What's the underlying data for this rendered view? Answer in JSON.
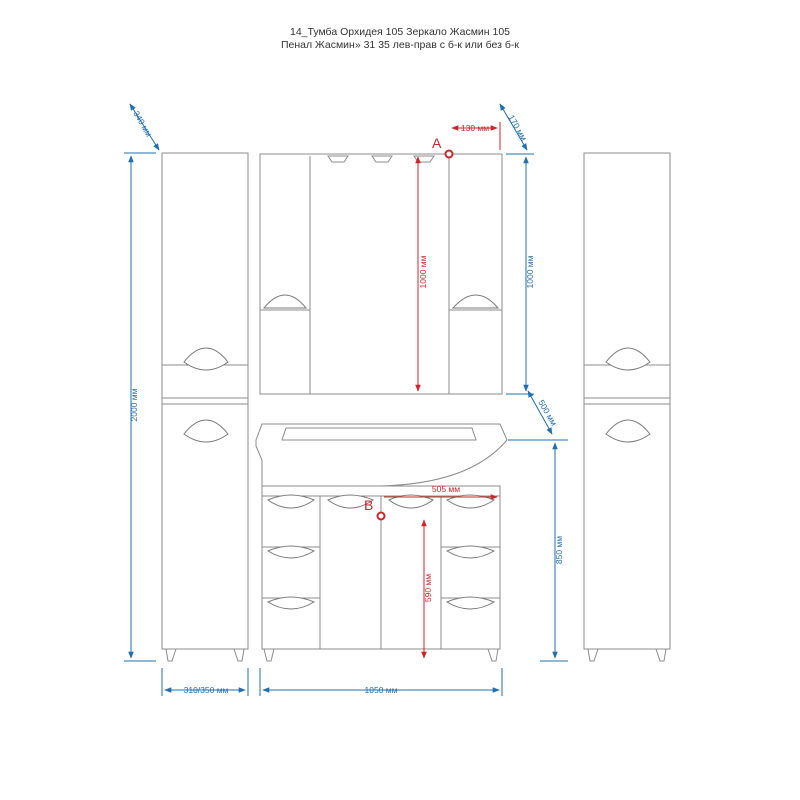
{
  "title": {
    "line1": "14_Тумба Орхидея 105  Зеркало Жасмин 105",
    "line2": "Пенал Жасмин» 31 35 лев-прав с б-к или без б-к"
  },
  "points": {
    "a": "A",
    "b": "B"
  },
  "dimensions": {
    "pencil_depth": "340 мм",
    "pencil_height": "2000 мм",
    "pencil_width": "310/350 мм",
    "mirror_offset": "130 мм",
    "mirror_depth": "170 мм",
    "mirror_height_red": "1000 мм",
    "mirror_height_blue": "1000 мм",
    "vanity_depth": "500 мм",
    "vanity_height": "850 мм",
    "vanity_width": "1050 мм",
    "point_b_offset": "505 мм",
    "point_b_height": "590 мм"
  },
  "colors": {
    "dimension": "#1f6fb2",
    "marker": "#d3232a",
    "outline": "#8c8c8c"
  }
}
